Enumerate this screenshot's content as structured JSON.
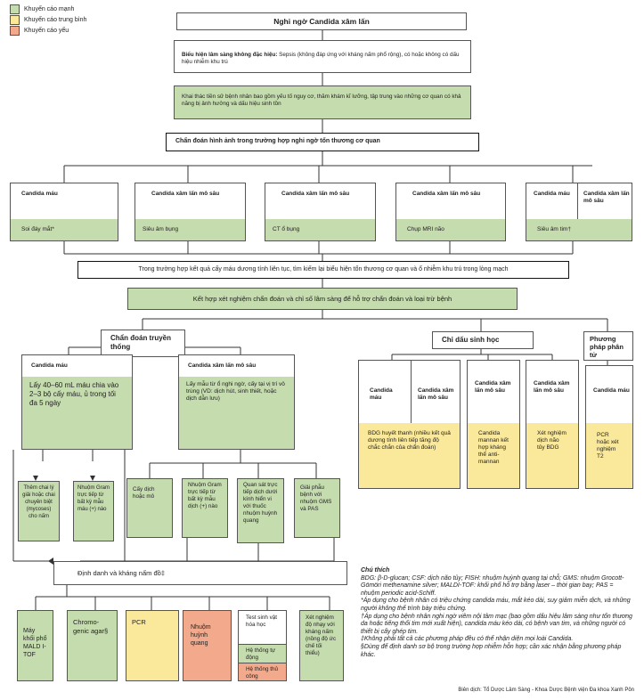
{
  "legend": [
    {
      "label": "Khuyến cáo mạnh",
      "color": "#c5dcae"
    },
    {
      "label": "Khuyến cáo trung bình",
      "color": "#fae99a"
    },
    {
      "label": "Khuyến cáo yếu",
      "color": "#f3a98b"
    }
  ],
  "top": {
    "title": "Nghi ngờ Candida xâm lấn",
    "clinical_bold": "Biểu hiện lâm sàng không đặc hiệu:",
    "clinical_rest": " Sepsis (không đáp ứng với kháng nấm phổ rộng), có hoặc không có dấu hiệu nhiễm  khu trú",
    "history": "Khai thác tiền sử bệnh nhân bao gồm yếu tố nguy cơ, thăm khám kĩ lưỡng, tập trung vào những cơ quan có khả năng bị ảnh hưởng và dấu hiệu sinh tồn",
    "imaging": "Chẩn đoán hình ảnh trong trường hợp nghi ngờ tổn thương cơ quan"
  },
  "imaging_cols": [
    {
      "top": "Candida máu",
      "bottom": "Soi đáy mắt*"
    },
    {
      "top": "Candida xâm lấn mô sâu",
      "bottom": "Siêu âm bụng"
    },
    {
      "top": "Candida xâm lấn mô sâu",
      "bottom": "CT ổ bụng"
    },
    {
      "top": "Candida xâm lấn mô sâu",
      "bottom": "Chụp MRI não"
    },
    {
      "top_left": "Candida máu",
      "top_right": "Candida xâm lấn mô sâu",
      "bottom": "Siêu âm tim†"
    }
  ],
  "followup": "Trong trường hợp kết quả cấy máu dương tính liên tục, tìm kiếm lại biểu hiện tổn thương cơ quan và ổ nhiễm khu trú trong lòng mạch",
  "combine": "Kết hợp xét nghiệm chẩn đoán và chỉ số lâm sàng để hỗ trợ chẩn đoán và loại trừ bệnh",
  "branches": {
    "traditional": "Chẩn đoán truyền thống",
    "biomarker": "Chỉ dấu sinh học",
    "molecular": "Phương pháp phân tử"
  },
  "blood": {
    "title": "Candida máu",
    "text": "Lấy 40–60 mL máu chia vào 2–3 bộ cấy máu, ủ trong tối đa 5 ngày",
    "sub1": "Thêm chai lý giải hoặc chai chuyên biệt (mycoses) cho nấm",
    "sub2": "Nhuộm Gram trực tiếp từ bất kỳ mẫu máu (+) nào"
  },
  "tissue": {
    "title": "Candida xâm lấn mô sâu",
    "text": "Lấy mẫu từ ổ nghi ngờ, cấy tại vị trí vô trùng (VD: dịch hút, sinh thiết, hoặc dịch dẫn lưu)",
    "sub1": "Cấy dịch hoặc mô",
    "sub2": "Nhuộm Gram trực tiếp từ bất kỳ mẫu dịch (+) nào",
    "sub3": "Quan sát trực tiếp dịch dưới kính hiển vi với thuốc nhuộm huỳnh quang",
    "sub4": "Giải phẫu bệnh với nhuộm GMS và PAS"
  },
  "bio": {
    "col1_title": "Candida máu",
    "col1b_title": "Candida xâm lấn mô sâu",
    "col1_text": "BDG huyết thanh (nhiều kết quả dương tính liên tiếp tăng độ chắc chắn của chẩn đoán)",
    "col2_title": "Candida xâm lấn mô sâu",
    "col2_text": "Candida mannan kết hợp kháng thể anti-mannan",
    "col3_title": "Candida xâm lấn mô sâu",
    "col3_text": "Xét nghiệm dịch não tủy BDG"
  },
  "mol": {
    "title": "Candida máu",
    "text": "PCR hoặc xét nghiệm T2"
  },
  "id_title": "Định danh và kháng nấm đồ‡",
  "id_boxes": {
    "b1": "Máy khối phổ MALD I-TOF",
    "b2": "Chromo-genic agar§",
    "b3": "PCR",
    "b4": "Nhuộm huỳnh quang",
    "b5a": "Test sinh vật hóa học",
    "b5b": "Hệ thống tự động",
    "b5c": "Hệ thống thủ công",
    "b6": "Xét nghiệm độ nhạy với kháng nấm (nồng độ ức chế tối thiểu)"
  },
  "notes": {
    "title": "Chú thích",
    "lines": [
      "BDG: β-D-glucan; CSF: dịch não tủy; FISH: nhuộm huỳnh quang tại chỗ; GMS: nhuộm Grocott-Gömöri methenamine silver; MALDI-TOF: khối phổ hỗ trợ bằng laser – thời gian bay; PAS = nhuộm periodic acid-Schiff.",
      "*Áp dụng cho bệnh nhân có triệu chứng candida máu, mắt kéo dài, suy giảm miễn dịch, và những người không thể trình bày triệu chứng.",
      "†Áp dụng cho bệnh nhân nghi ngờ viêm nội tâm mạc (bao gồm dấu hiệu lâm sàng như tổn thương da hoặc tiếng thổi tim mới xuất hiện), candida máu kéo dài, có bệnh van tim, và những người có thiết bị cấy ghép tim.",
      "‡Không phải tất cả các phương pháp đều có thể nhận diện mọi loài Candida.",
      "§Dùng để định danh sơ bộ trong trường hợp nhiễm hỗn hợp; cần xác nhận bằng phương pháp khác."
    ],
    "credit": "Biên dịch: Tổ Dược Lâm Sàng - Khoa Dược Bệnh viện Đa khoa Xanh Pôn"
  }
}
